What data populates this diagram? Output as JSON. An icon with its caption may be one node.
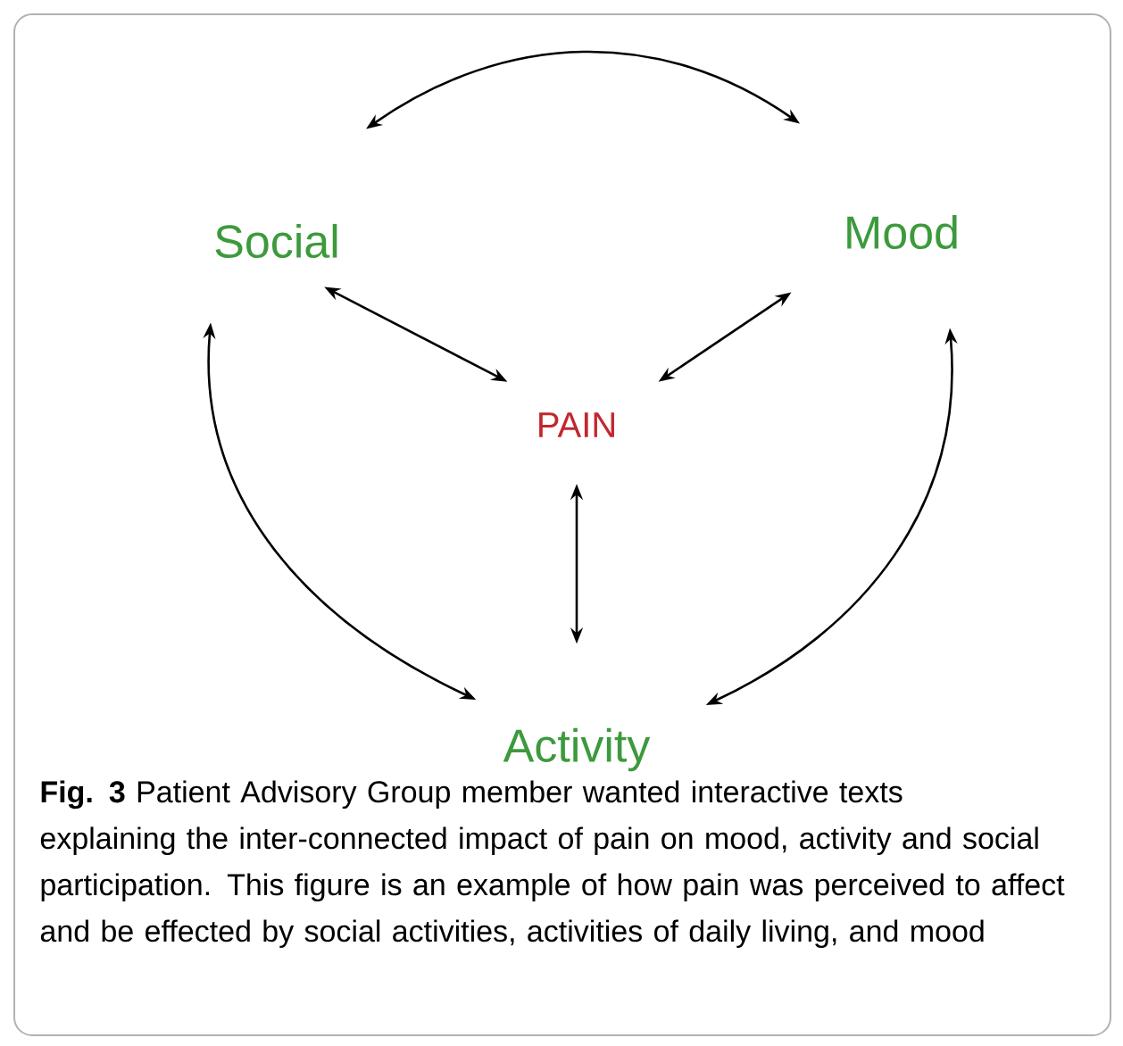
{
  "diagram": {
    "caption": "**Fig. 3** Patient Advisory Group member wanted interactive texts explaining the inter-connected impact of pain on mood, activity and social participation. This figure is an example of how pain was perceived to affect and be effected by social activities, activities of daily living, and mood",
    "nodes": [
      {
        "text": [
          "Social"
        ]
      },
      {
        "text": [
          "Mood"
        ]
      },
      {
        "text": [
          "PAIN"
        ]
      },
      {
        "text": [
          "Activity"
        ]
      }
    ],
    "edges": [
      {
        "from": 0,
        "to": 1,
        "arrow": "both"
      },
      {
        "from": 0,
        "to": 2,
        "arrow": "both"
      },
      {
        "from": 1,
        "to": 2,
        "arrow": "both"
      },
      {
        "from": 2,
        "to": 3,
        "arrow": "both"
      },
      {
        "from": 0,
        "to": 3,
        "arrow": "both"
      },
      {
        "from": 1,
        "to": 3,
        "arrow": "both"
      }
    ]
  }
}
